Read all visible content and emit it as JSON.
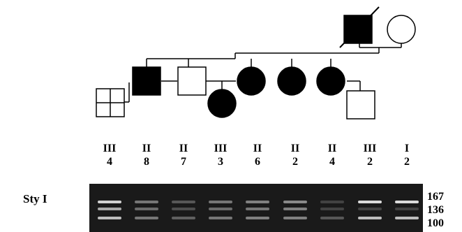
{
  "lanes": [
    {
      "generation": "III",
      "number": "4"
    },
    {
      "generation": "II",
      "number": "8"
    },
    {
      "generation": "II",
      "number": "7"
    },
    {
      "generation": "III",
      "number": "3"
    },
    {
      "generation": "II",
      "number": "6"
    },
    {
      "generation": "II",
      "number": "2"
    },
    {
      "generation": "II",
      "number": "4"
    },
    {
      "generation": "III",
      "number": "2"
    },
    {
      "generation": "I",
      "number": "2"
    }
  ],
  "enzyme_label": "Sty I",
  "size_markers": [
    "167",
    "136",
    "100"
  ],
  "colors": {
    "gel_background": "#1a1a1a",
    "band": "#e6e6e6",
    "symbol_fill": "#000000",
    "line": "#000000"
  }
}
